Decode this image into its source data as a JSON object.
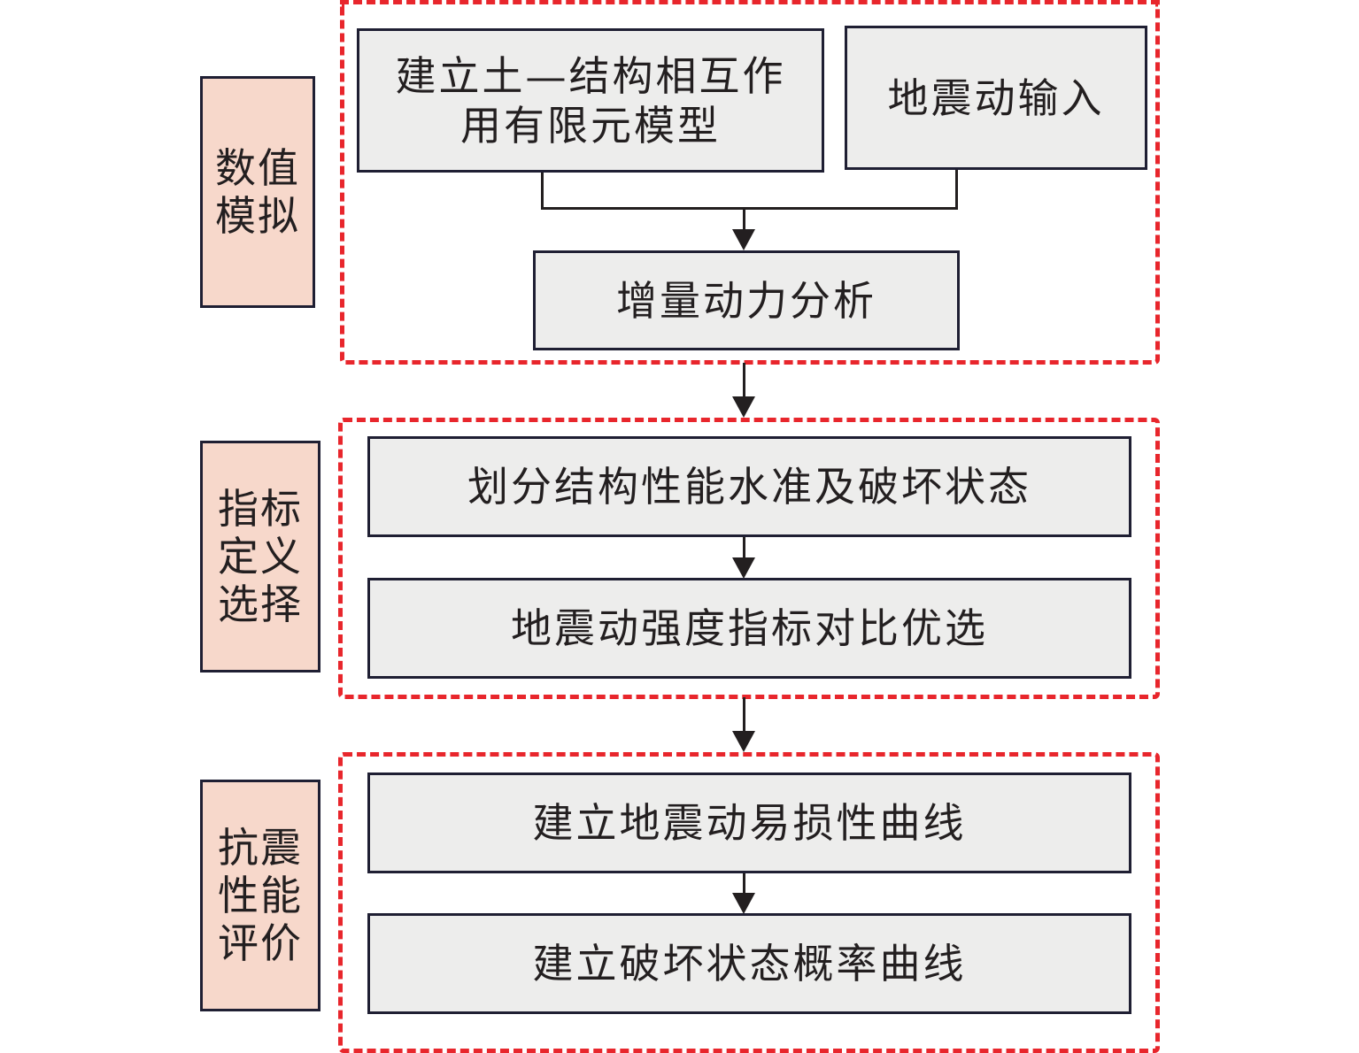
{
  "diagram": {
    "colors": {
      "group_border": "#e8262c",
      "label_fill": "#f7d8cb",
      "step_fill": "#ededec",
      "stroke": "#1f1f33"
    },
    "stages": [
      {
        "label": "数值模拟",
        "steps": [
          {
            "text": "建立土—结构相互作用有限元模型"
          },
          {
            "text": "地震动输入"
          },
          {
            "text": "增量动力分析"
          }
        ]
      },
      {
        "label": "指标定义选择",
        "steps": [
          {
            "text": "划分结构性能水准及破坏状态"
          },
          {
            "text": "地震动强度指标对比优选"
          }
        ]
      },
      {
        "label": "抗震性能评价",
        "steps": [
          {
            "text": "建立地震动易损性曲线"
          },
          {
            "text": "建立破坏状态概率曲线"
          }
        ]
      }
    ]
  }
}
